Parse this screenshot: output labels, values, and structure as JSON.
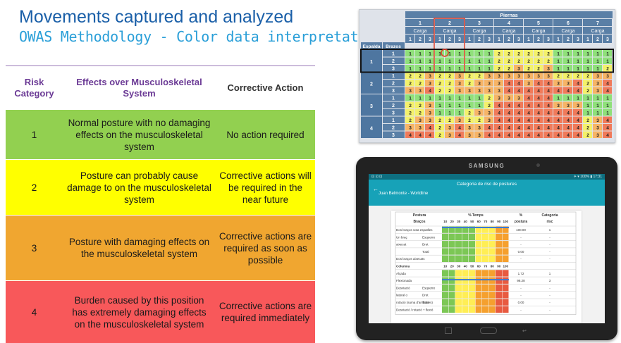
{
  "header": {
    "title": "Movements captured and analyzed",
    "subtitle": "OWAS Methodology - Color data interpretation"
  },
  "risk_table": {
    "headers": [
      "Risk Category",
      "Effects over Musculoskeletal System",
      "Corrective Action"
    ],
    "rows": [
      {
        "category": "1",
        "effects": "Normal posture with no damaging effects on the musculoskeletal system",
        "action": "No action required",
        "color": "#92d050"
      },
      {
        "category": "2",
        "effects": "Posture can probably cause damage to on the musculoskeletal system",
        "action": "Corrective actions will be required in the near future",
        "color": "#ffff00"
      },
      {
        "category": "3",
        "effects": "Posture with damaging effects on the musculoskeletal system",
        "action": "Corrective actions are required as soon as possible",
        "color": "#f0a630"
      },
      {
        "category": "4",
        "effects": "Burden caused by this position has extremely damaging effects on the musculoskeletal system",
        "action": "Corrective actions are required immediately",
        "color": "#f8585a"
      }
    ]
  },
  "owas_matrix": {
    "title": "Piernas",
    "leg_groups": [
      "1",
      "2",
      "3",
      "4",
      "5",
      "6",
      "7"
    ],
    "carga_label": "Carga",
    "carga_values": [
      "1",
      "2",
      "3"
    ],
    "row_headers": [
      "Espalda",
      "Brazos"
    ],
    "espalda": [
      "1",
      "2",
      "3",
      "4"
    ],
    "brazos": [
      "1",
      "2",
      "3"
    ],
    "values": [
      [
        1,
        1,
        1,
        1,
        1,
        1,
        1,
        1,
        1,
        2,
        2,
        2,
        2,
        2,
        2,
        1,
        1,
        1,
        1,
        1,
        1
      ],
      [
        1,
        1,
        1,
        1,
        1,
        1,
        1,
        1,
        1,
        2,
        2,
        2,
        2,
        2,
        2,
        1,
        1,
        1,
        1,
        1,
        1
      ],
      [
        1,
        1,
        1,
        1,
        1,
        1,
        1,
        1,
        1,
        2,
        2,
        3,
        2,
        2,
        3,
        1,
        1,
        1,
        1,
        1,
        2
      ],
      [
        2,
        2,
        3,
        2,
        2,
        3,
        2,
        2,
        3,
        3,
        3,
        3,
        3,
        3,
        3,
        2,
        2,
        2,
        2,
        3,
        3
      ],
      [
        2,
        2,
        3,
        2,
        2,
        3,
        2,
        3,
        3,
        3,
        4,
        4,
        3,
        4,
        4,
        3,
        3,
        4,
        2,
        3,
        4
      ],
      [
        3,
        3,
        4,
        2,
        2,
        3,
        3,
        3,
        3,
        3,
        4,
        4,
        4,
        4,
        4,
        4,
        4,
        4,
        2,
        3,
        4
      ],
      [
        1,
        1,
        1,
        1,
        1,
        1,
        1,
        1,
        2,
        3,
        3,
        3,
        4,
        4,
        4,
        1,
        1,
        1,
        1,
        1,
        1
      ],
      [
        2,
        2,
        3,
        1,
        1,
        1,
        1,
        1,
        2,
        4,
        4,
        4,
        4,
        4,
        4,
        3,
        3,
        3,
        1,
        1,
        1
      ],
      [
        2,
        2,
        3,
        1,
        1,
        1,
        2,
        3,
        3,
        4,
        4,
        4,
        4,
        4,
        4,
        4,
        4,
        4,
        1,
        1,
        1
      ],
      [
        2,
        3,
        3,
        2,
        2,
        3,
        2,
        2,
        3,
        4,
        4,
        4,
        4,
        4,
        4,
        4,
        4,
        4,
        2,
        3,
        4
      ],
      [
        3,
        3,
        4,
        2,
        3,
        4,
        3,
        3,
        4,
        4,
        4,
        4,
        4,
        4,
        4,
        4,
        4,
        4,
        2,
        3,
        4
      ],
      [
        4,
        4,
        4,
        2,
        3,
        4,
        3,
        3,
        4,
        4,
        4,
        4,
        4,
        4,
        4,
        4,
        4,
        4,
        2,
        3,
        4
      ]
    ],
    "colors": {
      "1": "#8fe07a",
      "2": "#f4f16a",
      "3": "#f7b466",
      "4": "#f07a5a"
    }
  },
  "tablet": {
    "brand": "SAMSUNG",
    "status_left": "⊡ ⊡ ⊡",
    "status_right": "✈ ▾ 100% ▮ 17:31",
    "app_title": "Categoria de risc de postures",
    "back_icon": "←",
    "subtitle": "Juan Belmonte - Worldline",
    "table_headers": [
      "Postura",
      "% Temps",
      "%",
      "Categoria"
    ],
    "sub_headers": [
      "Braços",
      "postura",
      "risc"
    ],
    "percent_cols": [
      "10",
      "20",
      "30",
      "40",
      "50",
      "60",
      "70",
      "80",
      "90",
      "100"
    ],
    "rows": [
      {
        "label": "Dos braços sota espatlles",
        "sub": "",
        "pct": "100.00",
        "cat": "1"
      },
      {
        "label": "Un braç",
        "sub": "Esquerre",
        "pct": "-",
        "cat": "-"
      },
      {
        "label": "aixecat",
        "sub": "Dret",
        "pct": "-",
        "cat": "-"
      },
      {
        "label": "",
        "sub": "Total",
        "pct": "0.00",
        "cat": "-"
      },
      {
        "label": "Dos braços aixecats",
        "sub": "",
        "pct": "-",
        "cat": "-"
      },
      {
        "label": "Columna",
        "sub": "",
        "pct": "",
        "cat": ""
      },
      {
        "label": "Alçada",
        "sub": "",
        "pct": "1.72",
        "cat": "1"
      },
      {
        "label": "Flexionada",
        "sub": "",
        "pct": "98.28",
        "cat": "3"
      },
      {
        "label": "Desviació",
        "sub": "Esquerre",
        "pct": "-",
        "cat": "-"
      },
      {
        "label": "lateral o",
        "sub": "Dret",
        "pct": "-",
        "cat": "-"
      },
      {
        "label": "rotació (suma d'ambdues)",
        "sub": "Total",
        "pct": "0.00",
        "cat": "-"
      },
      {
        "label": "Desviació / rotació + flexió",
        "sub": "",
        "pct": "-",
        "cat": "-"
      }
    ]
  }
}
